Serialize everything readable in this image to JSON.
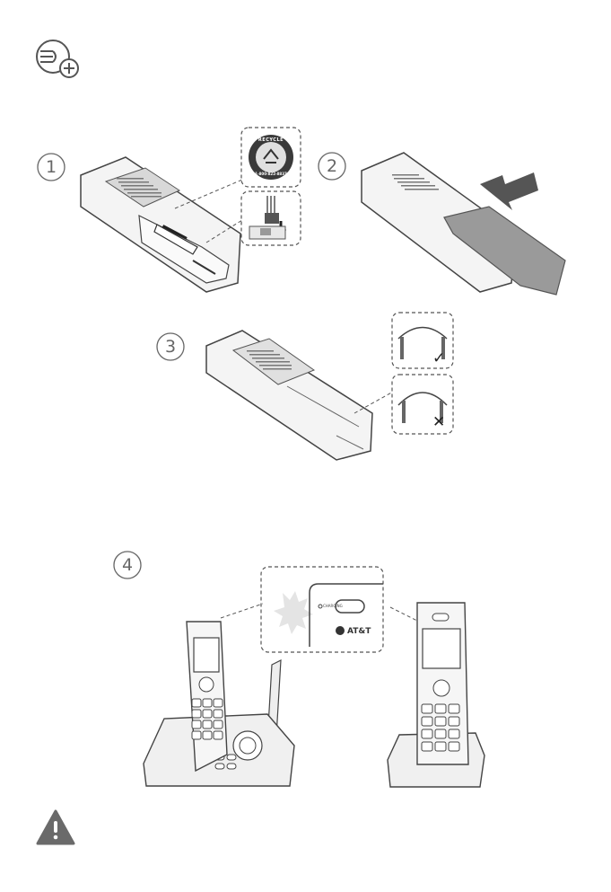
{
  "icons": {
    "top": "battery-charging-icon",
    "warning": "warning-icon"
  },
  "steps": [
    {
      "number": "1"
    },
    {
      "number": "2"
    },
    {
      "number": "3"
    },
    {
      "number": "4"
    }
  ],
  "labels": {
    "recycle_top": "RECYCLE",
    "recycle_bottom": "1-800-822-8837",
    "charging": "CHARGING",
    "brand": "AT&T"
  },
  "colors": {
    "line": "#444444",
    "cover_gray": "#9a9a9a",
    "arrow_gray": "#555555",
    "warning_fill": "#6a6a6a"
  }
}
